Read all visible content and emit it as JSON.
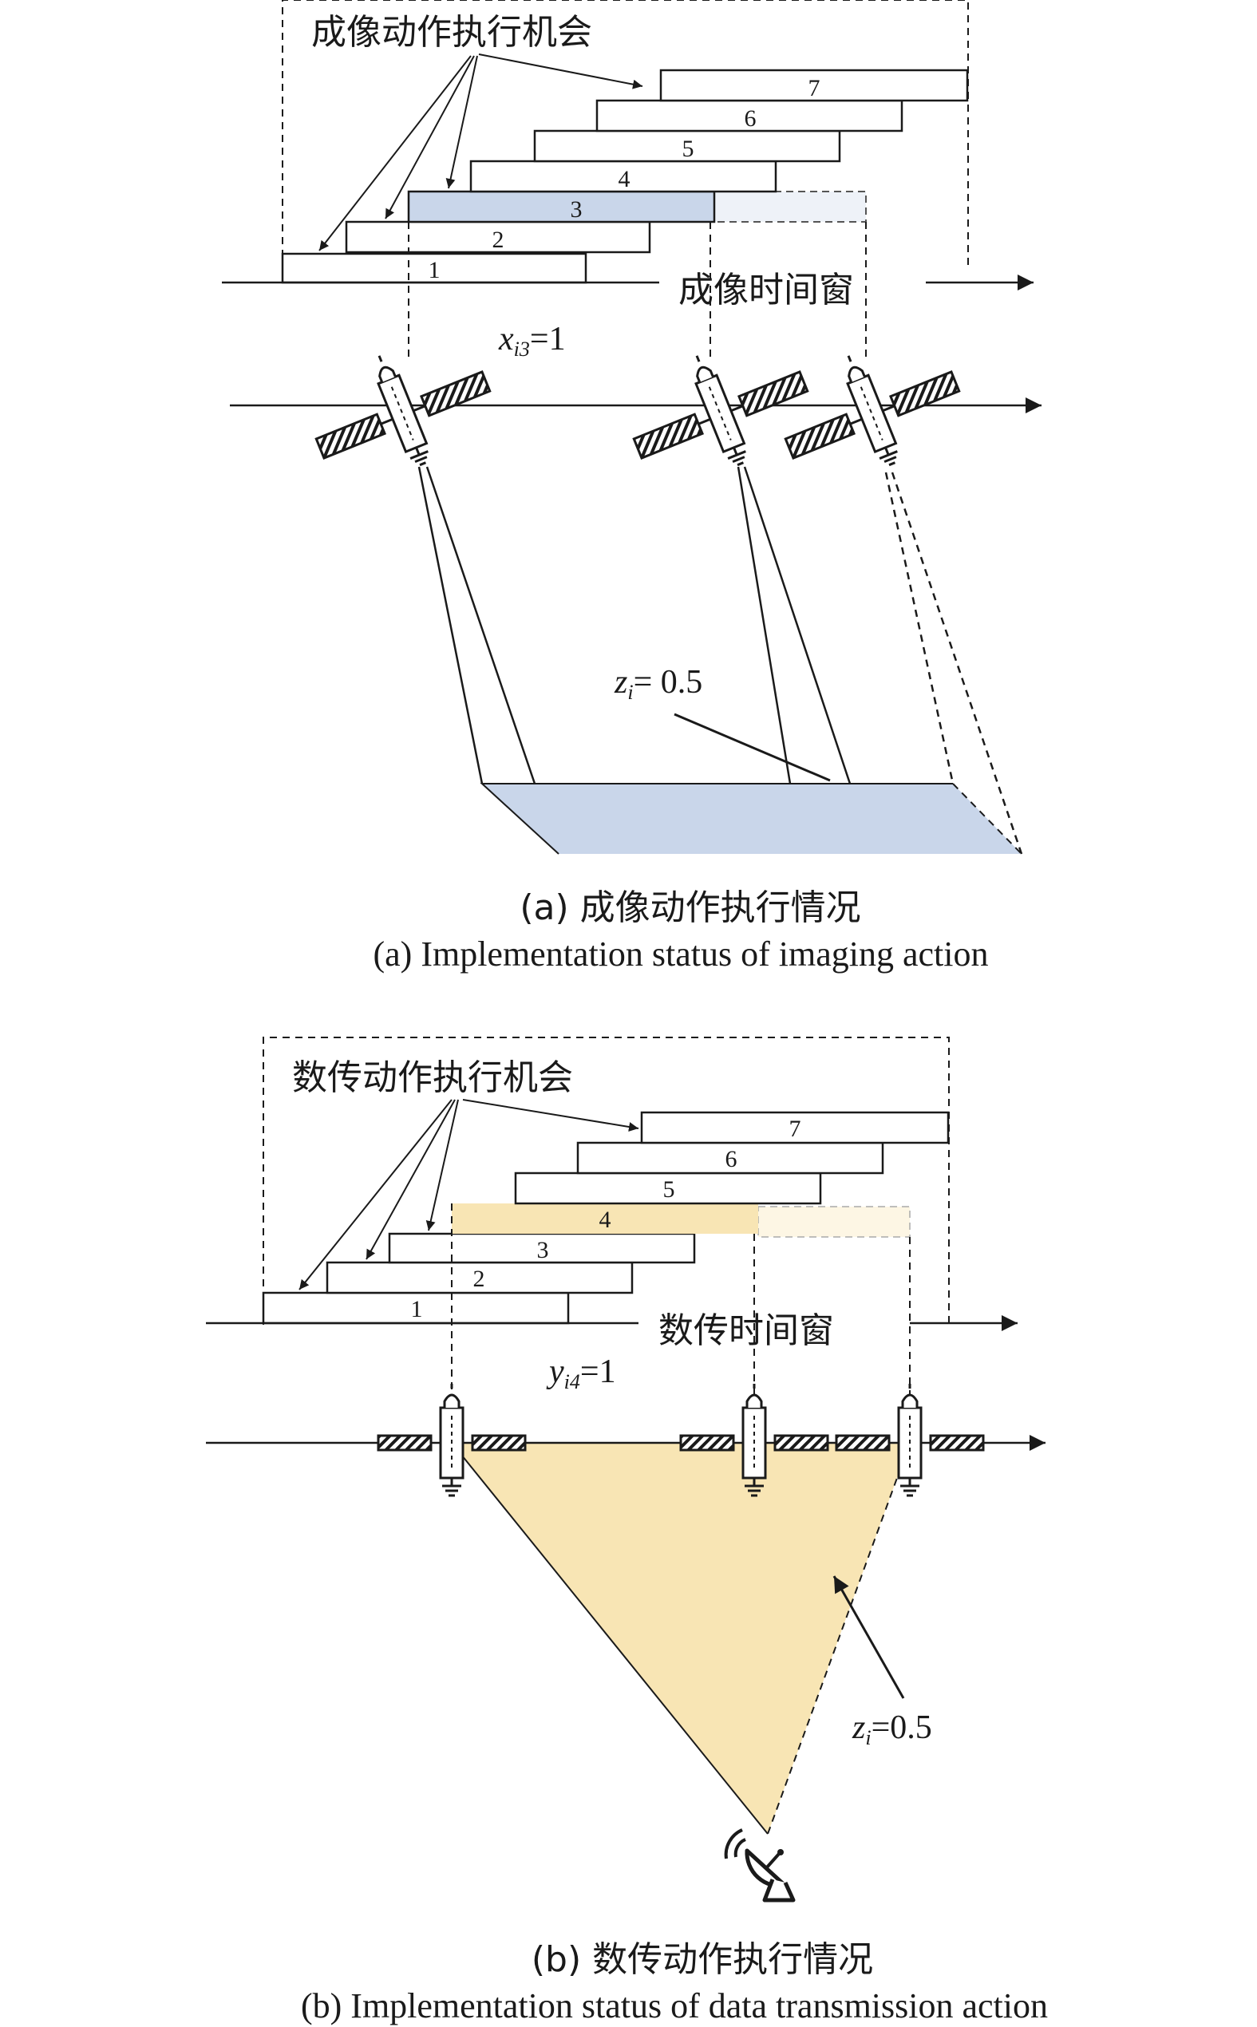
{
  "panel_a": {
    "opportunity_title": "成像动作执行机会",
    "window_label": "成像时间窗",
    "boxes": [
      "1",
      "2",
      "3",
      "4",
      "5",
      "6",
      "7"
    ],
    "decision_var": "x",
    "decision_sub": "i3",
    "decision_val": "=1",
    "z_var": "z",
    "z_sub": "i",
    "z_val": "= 0.5",
    "caption_cn": "(a) 成像动作执行情况",
    "caption_en": "(a) Implementation status of imaging action",
    "highlight_color": "#c9d6ea"
  },
  "panel_b": {
    "opportunity_title": "数传动作执行机会",
    "window_label": "数传时间窗",
    "boxes": [
      "1",
      "2",
      "3",
      "4",
      "5",
      "6",
      "7"
    ],
    "decision_var": "y",
    "decision_sub": "i4",
    "decision_val": "=1",
    "z_var": "z",
    "z_sub": "i",
    "z_val": "=0.5",
    "caption_cn": "(b) 数传动作执行情况",
    "caption_en": "(b) Implementation status of data transmission action",
    "highlight_color": "#f8e5b4"
  },
  "icons": {
    "satellite": "satellite-icon",
    "ground_station": "ground-station-antenna-icon"
  }
}
